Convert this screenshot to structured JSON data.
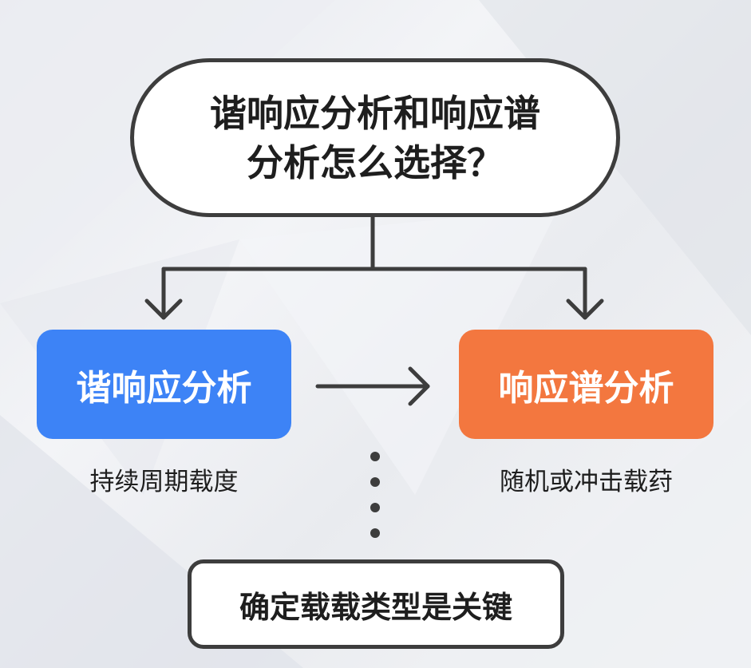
{
  "question": {
    "line1": "谐响应分析和响应谱",
    "line2": "分析怎么选择？"
  },
  "left_option": {
    "title": "谐响应分析",
    "caption": "持续周期载度",
    "color": "#3d83f6"
  },
  "right_option": {
    "title": "响应谱分析",
    "caption": "随机或冲击载荮",
    "color": "#f3773f"
  },
  "conclusion": {
    "text": "确定载载类型是关键"
  }
}
